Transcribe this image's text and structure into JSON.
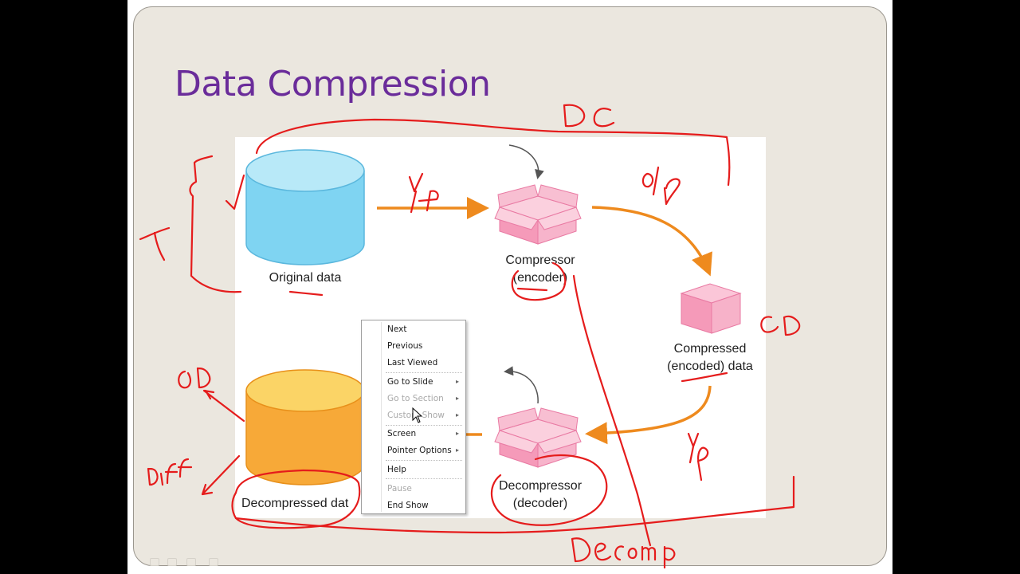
{
  "slide": {
    "title": "Data Compression",
    "diagram": {
      "original_label": "Original data",
      "compressor_label_line1": "Compressor",
      "compressor_label_line2": "(encoder)",
      "compressed_label_line1": "Compressed",
      "compressed_label_line2": "(encoded) data",
      "decompressor_label_line1": "Decompressor",
      "decompressor_label_line2": "(decoder)",
      "decompressed_label": "Decompressed dat"
    },
    "annotations": {
      "dc": "DC",
      "ip_top": "I/P",
      "op": "O/P",
      "cd": "CD",
      "ip_bottom": "I/P",
      "t": "T",
      "od": "OD",
      "diff": "Diff",
      "decomp": "Decomp"
    },
    "colors": {
      "title": "#6a2c9a",
      "arrow": "#ee8a1e",
      "ink": "#e51c1c",
      "cylinder_blue": "#86d6f2",
      "cylinder_orange": "#f7a938",
      "box_pink": "#f6a6c1"
    }
  },
  "context_menu": {
    "items": [
      {
        "label": "Next",
        "enabled": true,
        "submenu": false
      },
      {
        "label": "Previous",
        "enabled": true,
        "submenu": false
      },
      {
        "label": "Last Viewed",
        "enabled": true,
        "submenu": false
      },
      {
        "label": "Go to Slide",
        "enabled": true,
        "submenu": true
      },
      {
        "label": "Go to Section",
        "enabled": false,
        "submenu": true
      },
      {
        "label": "Custom Show",
        "enabled": false,
        "submenu": true
      },
      {
        "label": "Screen",
        "enabled": true,
        "submenu": true
      },
      {
        "label": "Pointer Options",
        "enabled": true,
        "submenu": true
      },
      {
        "label": "Help",
        "enabled": true,
        "submenu": false
      },
      {
        "label": "Pause",
        "enabled": false,
        "submenu": false
      },
      {
        "label": "End Show",
        "enabled": true,
        "submenu": false
      }
    ],
    "submenu_arrow": "▸"
  }
}
